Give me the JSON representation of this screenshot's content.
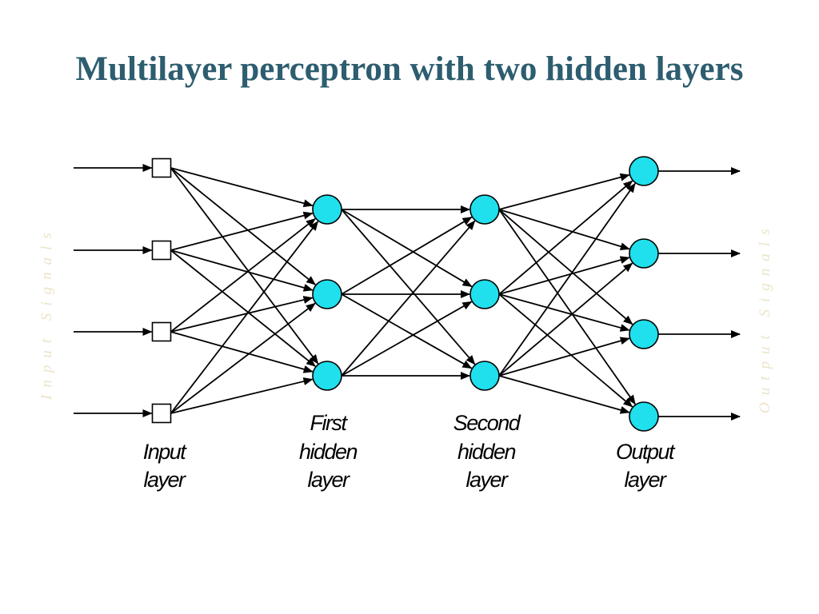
{
  "title": "Multilayer perceptron with two hidden layers",
  "colors": {
    "title": "#2d5d6f",
    "neuron_fill": "#1fe0ec",
    "neuron_stroke": "#000000",
    "input_node_fill": "#ffffff",
    "connection": "#000000",
    "side_label": "#ece3c9"
  },
  "side_labels": {
    "input": "Input Signals",
    "output": "Output Signals"
  },
  "layers": [
    {
      "id": "input",
      "label_lines": [
        "Input",
        "layer"
      ],
      "node_count": 4,
      "node_shape": "square"
    },
    {
      "id": "hidden1",
      "label_lines": [
        "First",
        "hidden",
        "layer"
      ],
      "node_count": 3,
      "node_shape": "circle"
    },
    {
      "id": "hidden2",
      "label_lines": [
        "Second",
        "hidden",
        "layer"
      ],
      "node_count": 3,
      "node_shape": "circle"
    },
    {
      "id": "output",
      "label_lines": [
        "Output",
        "layer"
      ],
      "node_count": 4,
      "node_shape": "circle"
    }
  ]
}
